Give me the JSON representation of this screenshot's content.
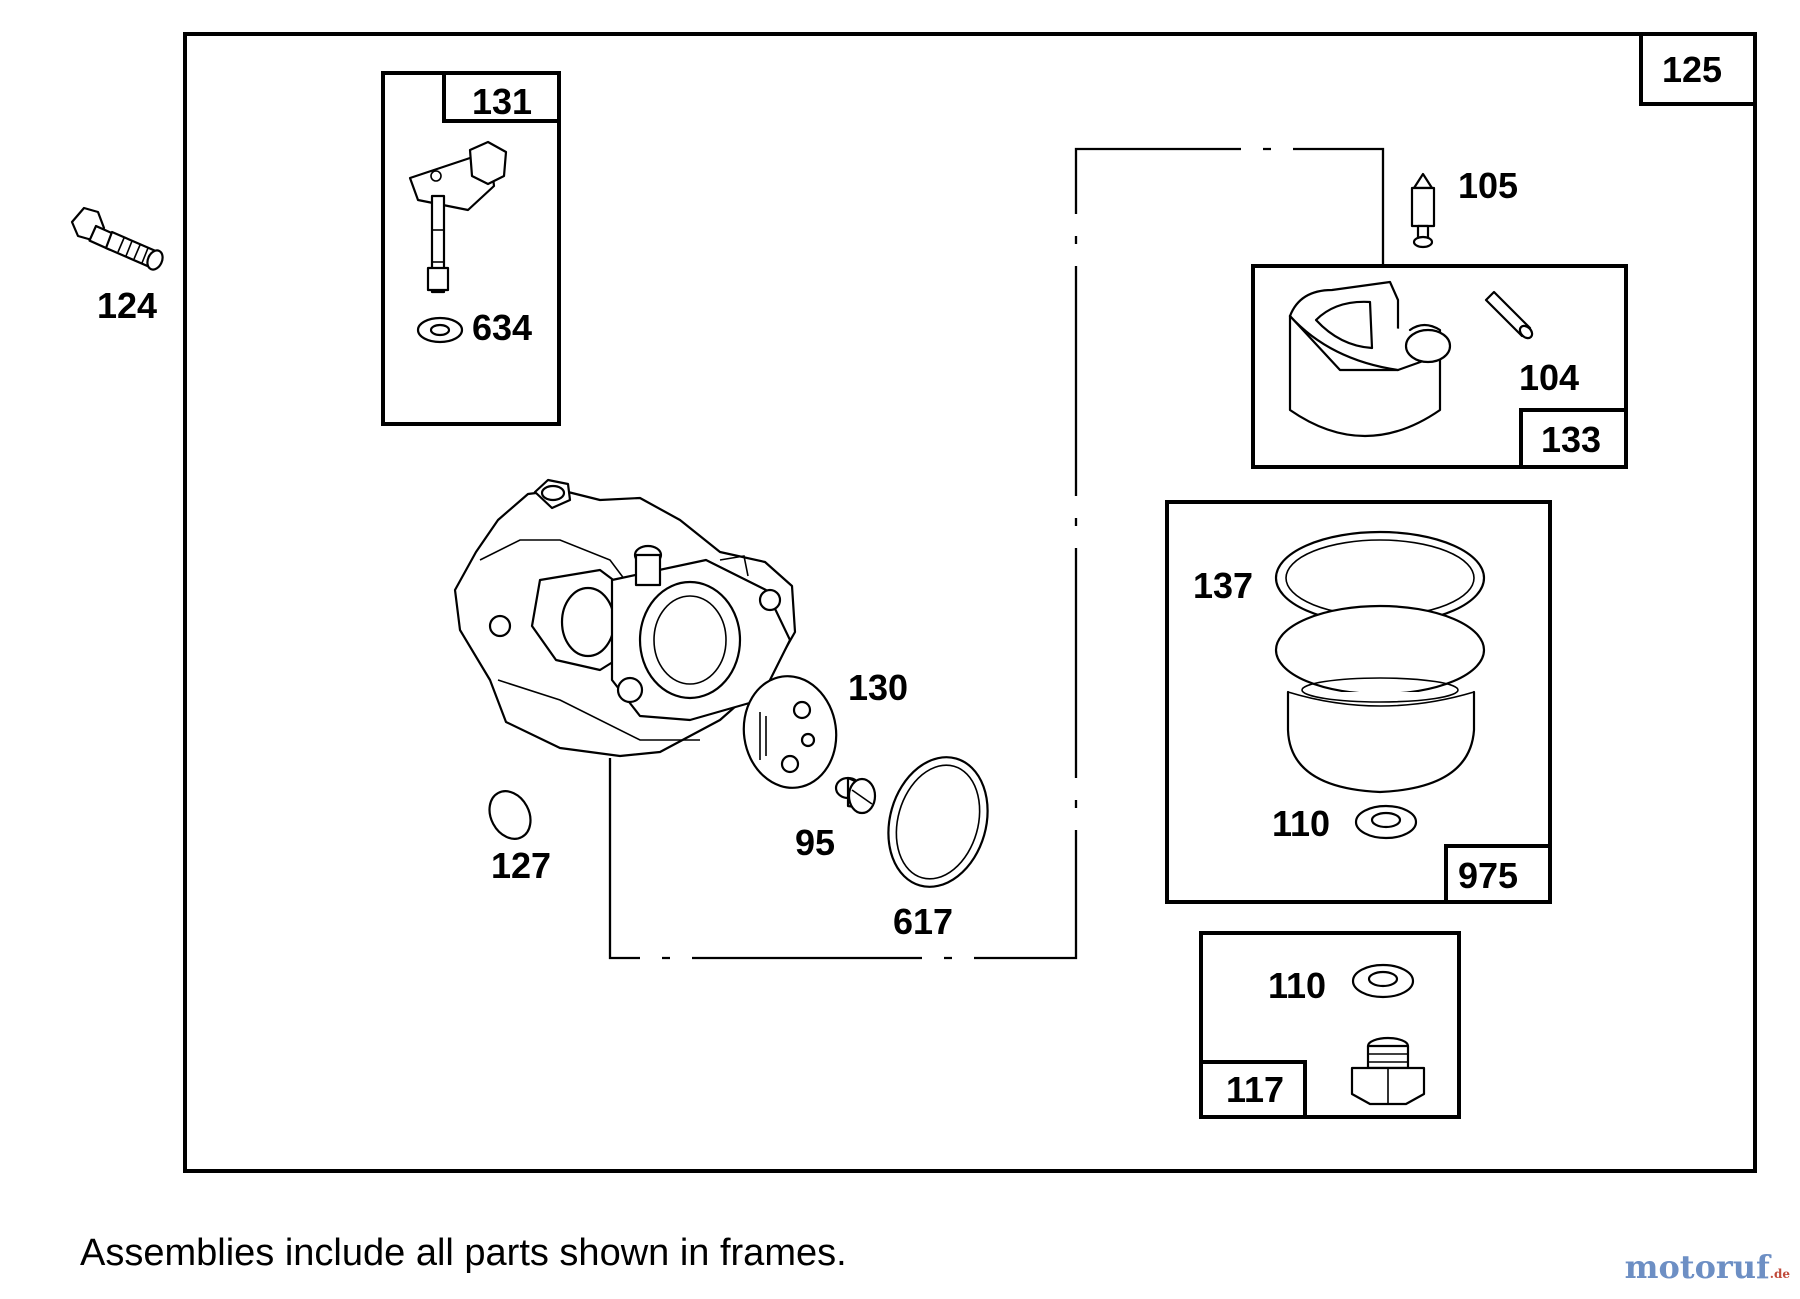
{
  "assembly_label": "125",
  "callouts": {
    "p95": "95",
    "p104": "104",
    "p105": "105",
    "p110a": "110",
    "p110b": "110",
    "p117": "117",
    "p124": "124",
    "p127": "127",
    "p130": "130",
    "p131": "131",
    "p133": "133",
    "p137": "137",
    "p617": "617",
    "p634": "634",
    "p975": "975"
  },
  "note": "Assemblies include all parts shown in frames.",
  "watermark": {
    "name": "motoruf",
    "tld": ".de"
  }
}
